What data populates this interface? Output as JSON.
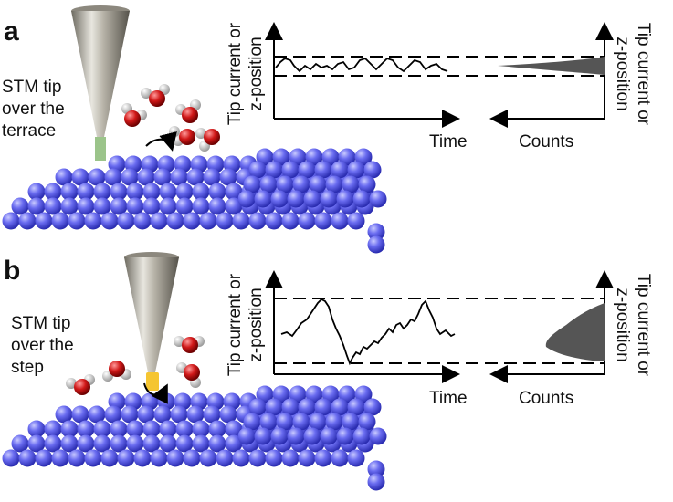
{
  "panels": [
    {
      "letter": "a",
      "tip_label": "STM tip\nover the\nterrace",
      "y_axis_label": "Tip current or\nz-position",
      "x_axis_left": "Time",
      "x_axis_right": "Counts",
      "right_y_label": "Tip current or\nz-position"
    },
    {
      "letter": "b",
      "tip_label": "STM tip\nover the\nstep",
      "y_axis_label": "Tip current or\nz-position",
      "x_axis_left": "Time",
      "x_axis_right": "Counts",
      "right_y_label": "Tip current or\nz-position"
    }
  ],
  "colors": {
    "atoms": "#6a6cf0",
    "tip_a_contact": "#9bc48a",
    "tip_b_contact": "#f5c531",
    "oxygen": "#d01818",
    "hydrogen": "#e6e6e6",
    "histogram": "#555555"
  }
}
